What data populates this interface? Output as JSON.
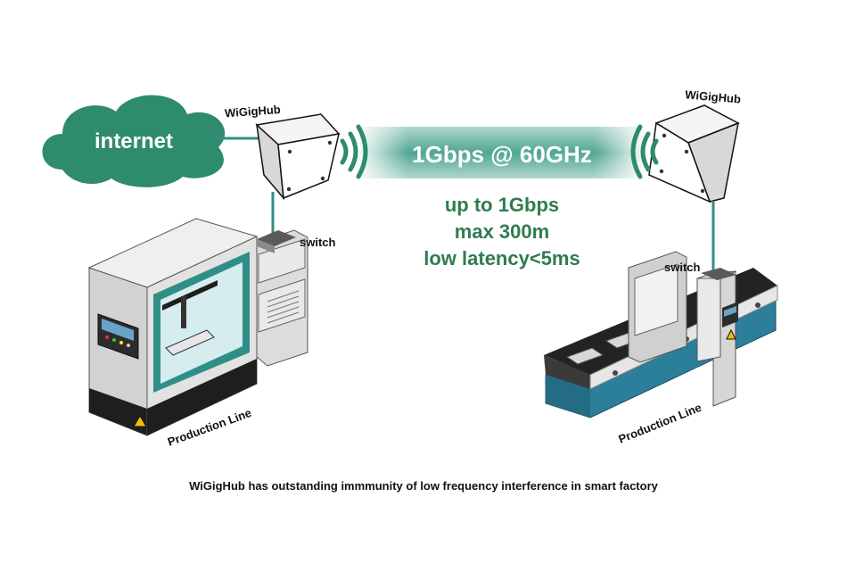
{
  "cloud": {
    "label": "internet"
  },
  "hub_left": {
    "label": "WiGigHub"
  },
  "hub_right": {
    "label": "WiGigHub"
  },
  "link": {
    "label": "1Gbps @ 60GHz"
  },
  "specs": [
    "up to 1Gbps",
    "max 300m",
    "low latency<5ms"
  ],
  "switch_left": {
    "label": "switch"
  },
  "switch_right": {
    "label": "switch"
  },
  "production_left": {
    "label": "Production Line"
  },
  "production_right": {
    "label": "Production Line"
  },
  "caption": "WiGigHub has outstanding immmunity of low frequency interference in smart factory",
  "colors": {
    "teal": "#2f8f86",
    "cloud": "#2e8b6e",
    "spec_text": "#2e7d4f",
    "link_gradient": "#3d9c86",
    "warning": "#f2c200",
    "machine_dark": "#1e1e1e",
    "conveyor_blue": "#2c7f9a"
  }
}
